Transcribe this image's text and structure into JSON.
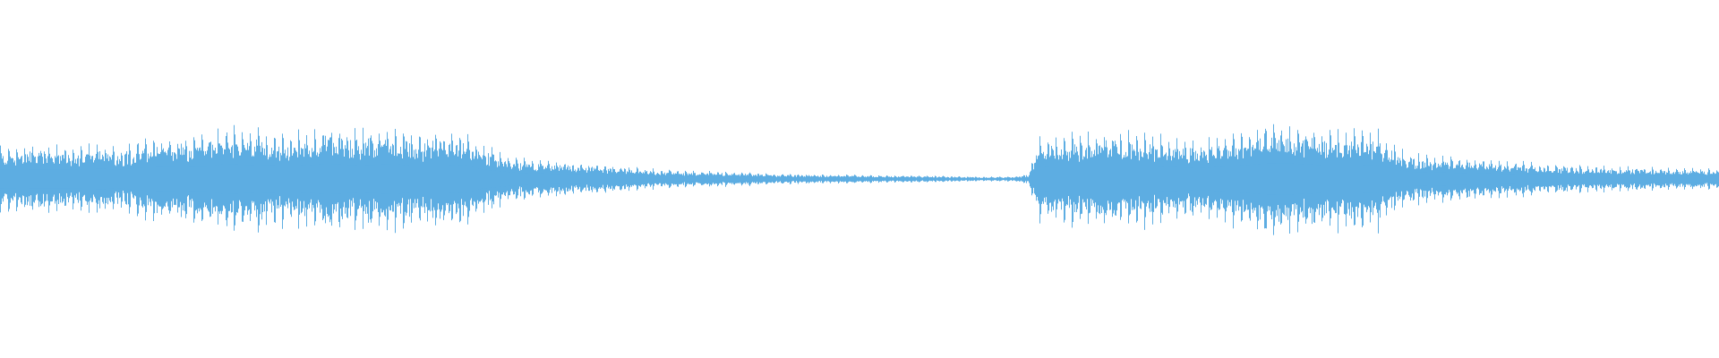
{
  "waveform": {
    "color": "#5DADE2",
    "background": "#ffffff",
    "amplitude_envelope": [
      [
        0.0,
        0.38
      ],
      [
        0.02,
        0.4
      ],
      [
        0.04,
        0.4
      ],
      [
        0.06,
        0.42
      ],
      [
        0.07,
        0.38
      ],
      [
        0.08,
        0.48
      ],
      [
        0.1,
        0.5
      ],
      [
        0.12,
        0.52
      ],
      [
        0.13,
        0.62
      ],
      [
        0.15,
        0.58
      ],
      [
        0.17,
        0.55
      ],
      [
        0.19,
        0.62
      ],
      [
        0.21,
        0.58
      ],
      [
        0.23,
        0.62
      ],
      [
        0.24,
        0.55
      ],
      [
        0.26,
        0.56
      ],
      [
        0.27,
        0.6
      ],
      [
        0.28,
        0.4
      ],
      [
        0.3,
        0.26
      ],
      [
        0.33,
        0.2
      ],
      [
        0.36,
        0.16
      ],
      [
        0.38,
        0.12
      ],
      [
        0.4,
        0.1
      ],
      [
        0.43,
        0.08
      ],
      [
        0.46,
        0.06
      ],
      [
        0.5,
        0.05
      ],
      [
        0.54,
        0.04
      ],
      [
        0.57,
        0.03
      ],
      [
        0.59,
        0.03
      ],
      [
        0.598,
        0.06
      ],
      [
        0.605,
        0.5
      ],
      [
        0.62,
        0.56
      ],
      [
        0.64,
        0.55
      ],
      [
        0.66,
        0.56
      ],
      [
        0.68,
        0.5
      ],
      [
        0.7,
        0.46
      ],
      [
        0.72,
        0.56
      ],
      [
        0.735,
        0.64
      ],
      [
        0.75,
        0.65
      ],
      [
        0.77,
        0.58
      ],
      [
        0.79,
        0.58
      ],
      [
        0.8,
        0.6
      ],
      [
        0.81,
        0.42
      ],
      [
        0.82,
        0.3
      ],
      [
        0.85,
        0.25
      ],
      [
        0.88,
        0.21
      ],
      [
        0.91,
        0.17
      ],
      [
        0.94,
        0.15
      ],
      [
        0.97,
        0.13
      ],
      [
        1.0,
        0.12
      ]
    ]
  }
}
